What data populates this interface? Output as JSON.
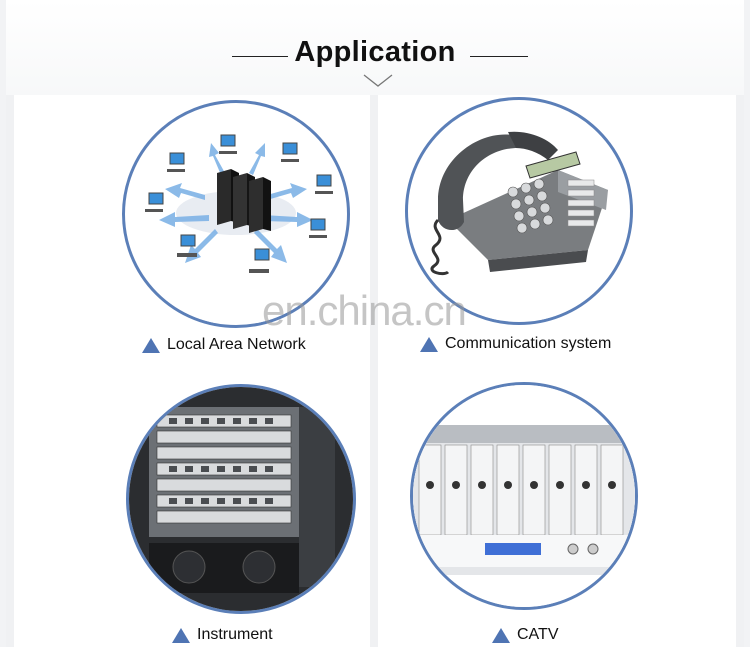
{
  "header": {
    "title": "Application"
  },
  "applications": [
    {
      "label": "Local Area Network",
      "icon": "network-diagram-image"
    },
    {
      "label": "Communication system",
      "icon": "telephone-image"
    },
    {
      "label": "Instrument",
      "icon": "rack-equipment-image"
    },
    {
      "label": "CATV",
      "icon": "catv-chassis-image"
    }
  ],
  "watermark": "en.china.cn",
  "colors": {
    "accent": "#4f74b3",
    "ring": "#5b7fb8"
  }
}
